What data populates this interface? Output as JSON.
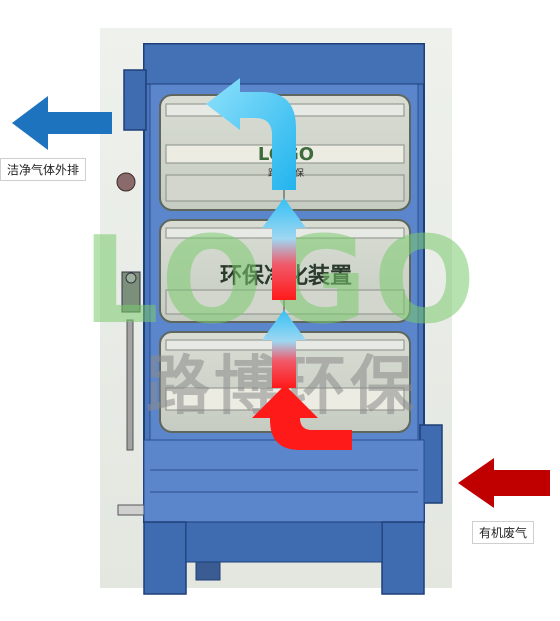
{
  "labels": {
    "exhaust": "洁净气体外排",
    "inlet": "有机废气"
  },
  "watermark": {
    "logo_text": "LOGO",
    "company_text": "路博环保"
  },
  "equipment": {
    "panel_top_logo": "LOGO",
    "panel_top_subtext": "路博环保",
    "panel_middle_title": "环保净化装置"
  },
  "colors": {
    "clean_air_arrow": "#1E73BE",
    "waste_gas_arrow": "#C00000",
    "flow_cool": "#3EC3F5",
    "flow_hot": "#FF2020",
    "housing": "#3F6BB0",
    "watermark_green": "#7ACB6E",
    "watermark_gray": "#8A8A8A"
  }
}
